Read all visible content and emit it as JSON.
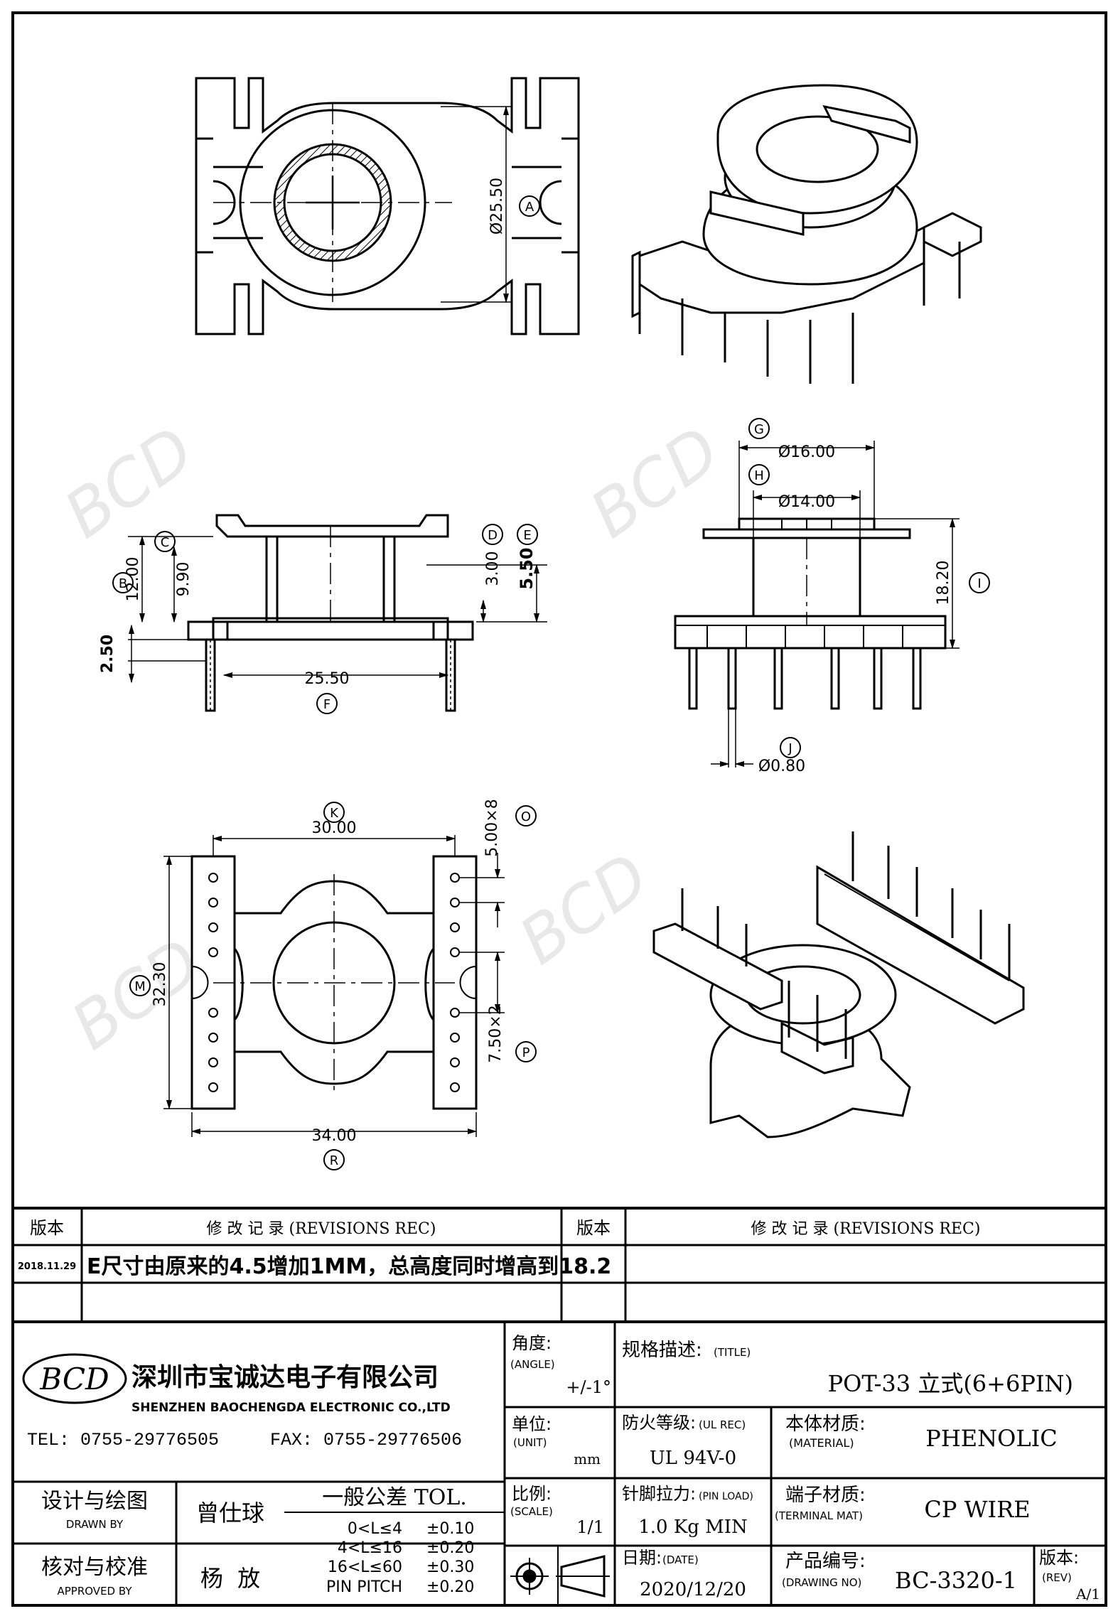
{
  "views": {
    "top": {
      "dim_diameter": "Ø25.50",
      "callout": "A"
    },
    "front": {
      "dim_12": "12.00",
      "dim_990": "9.90",
      "dim_300": "3.00",
      "dim_550": "5.50",
      "dim_250": "2.50",
      "dim_2550": "25.50",
      "callouts": {
        "B": "B",
        "C": "C",
        "D": "D",
        "E": "E",
        "F": "F"
      }
    },
    "side": {
      "dim_16": "Ø16.00",
      "dim_14": "Ø14.00",
      "dim_1820": "18.20",
      "dim_080": "Ø0.80",
      "callouts": {
        "G": "G",
        "H": "H",
        "I": "I",
        "J": "J"
      }
    },
    "bottom": {
      "dim_30": "30.00",
      "dim_500": "5.00×8",
      "dim_3230": "32.30",
      "dim_750": "7.50×2",
      "dim_34": "34.00",
      "callouts": {
        "K": "K",
        "O": "O",
        "M": "M",
        "P": "P",
        "R": "R"
      }
    }
  },
  "revisions": {
    "header_version": "版本",
    "header_record": "修 改 记 录  (REVISIONS REC)",
    "row1_date": "2018.11.29",
    "row1_text": "E尺寸由原来的4.5增加1MM，总高度同时增高到18.2"
  },
  "title_block": {
    "company_cn": "深圳市宝诚达电子有限公司",
    "company_en": "SHENZHEN BAOCHENGDA ELECTRONIC CO.,LTD",
    "logo_text": "BCD",
    "tel": "TEL: 0755-29776505",
    "fax": "FAX: 0755-29776506",
    "angle_label": "角度:",
    "angle_label_en": "(ANGLE)",
    "angle_value": "+/-1°",
    "unit_label": "单位:",
    "unit_label_en": "(UNIT)",
    "unit_value": "mm",
    "scale_label": "比例:",
    "scale_label_en": "(SCALE)",
    "scale_value": "1/1",
    "title_label": "规格描述:",
    "title_label_en": "(TITLE)",
    "title_value": "POT-33 立式(6+6PIN)",
    "ul_label": "防火等级:",
    "ul_label_en": "(UL REC)",
    "ul_value": "UL 94V-0",
    "material_label": "本体材质:",
    "material_label_en": "(MATERIAL)",
    "material_value": "PHENOLIC",
    "pinload_label": "针脚拉力:",
    "pinload_label_en": "(PIN LOAD)",
    "pinload_value": "1.0 Kg MIN",
    "terminal_label": "端子材质:",
    "terminal_label_en": "(TERMINAL MAT)",
    "terminal_value": "CP WIRE",
    "date_label": "日期:",
    "date_label_en": "(DATE)",
    "date_value": "2020/12/20",
    "drawing_label": "产品编号:",
    "drawing_label_en": "(DRAWING NO)",
    "drawing_value": "BC-3320-1",
    "rev_label": "版本:",
    "rev_label_en": "(REV)",
    "rev_value": "A/1",
    "drawn_label": "设计与绘图",
    "drawn_label_en": "DRAWN BY",
    "drawn_value": "曾仕球",
    "approved_label": "核对与校准",
    "approved_label_en": "APPROVED BY",
    "approved_value": "杨  放",
    "tol_title": "一般公差 TOL.",
    "tol_rows": [
      {
        "range": "0<L≤4",
        "value": "±0.10"
      },
      {
        "range": "4<L≤16",
        "value": "±0.20"
      },
      {
        "range": "16<L≤60",
        "value": "±0.30"
      },
      {
        "range": "PIN PITCH",
        "value": "±0.20"
      }
    ]
  }
}
